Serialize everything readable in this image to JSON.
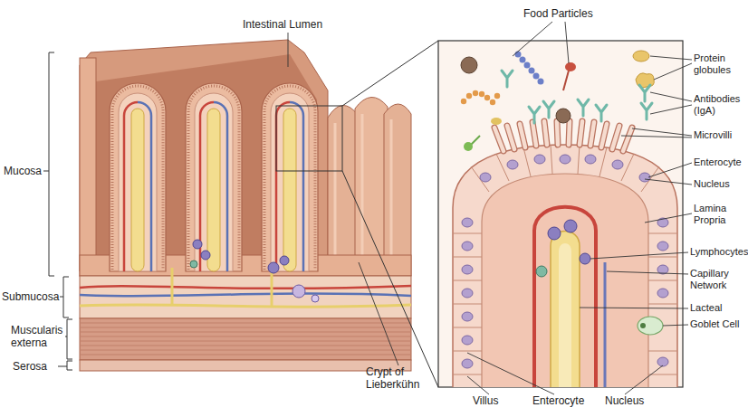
{
  "diagram": {
    "labels": [
      "Intestinal Lumen",
      "Food Particles",
      "Protein globules",
      "Antibodies (IgA)",
      "Microvilli",
      "Enterocyte",
      "Nucleus",
      "Lamina Propria",
      "Lymphocytes",
      "Capillary Network",
      "Lacteal",
      "Goblet Cell",
      "Mucosa",
      "Submucosa",
      "Muscularis externa",
      "Serosa",
      "Crypt of Lieberkühn",
      "Villus",
      "Enterocyte",
      "Nucleus"
    ]
  }
}
